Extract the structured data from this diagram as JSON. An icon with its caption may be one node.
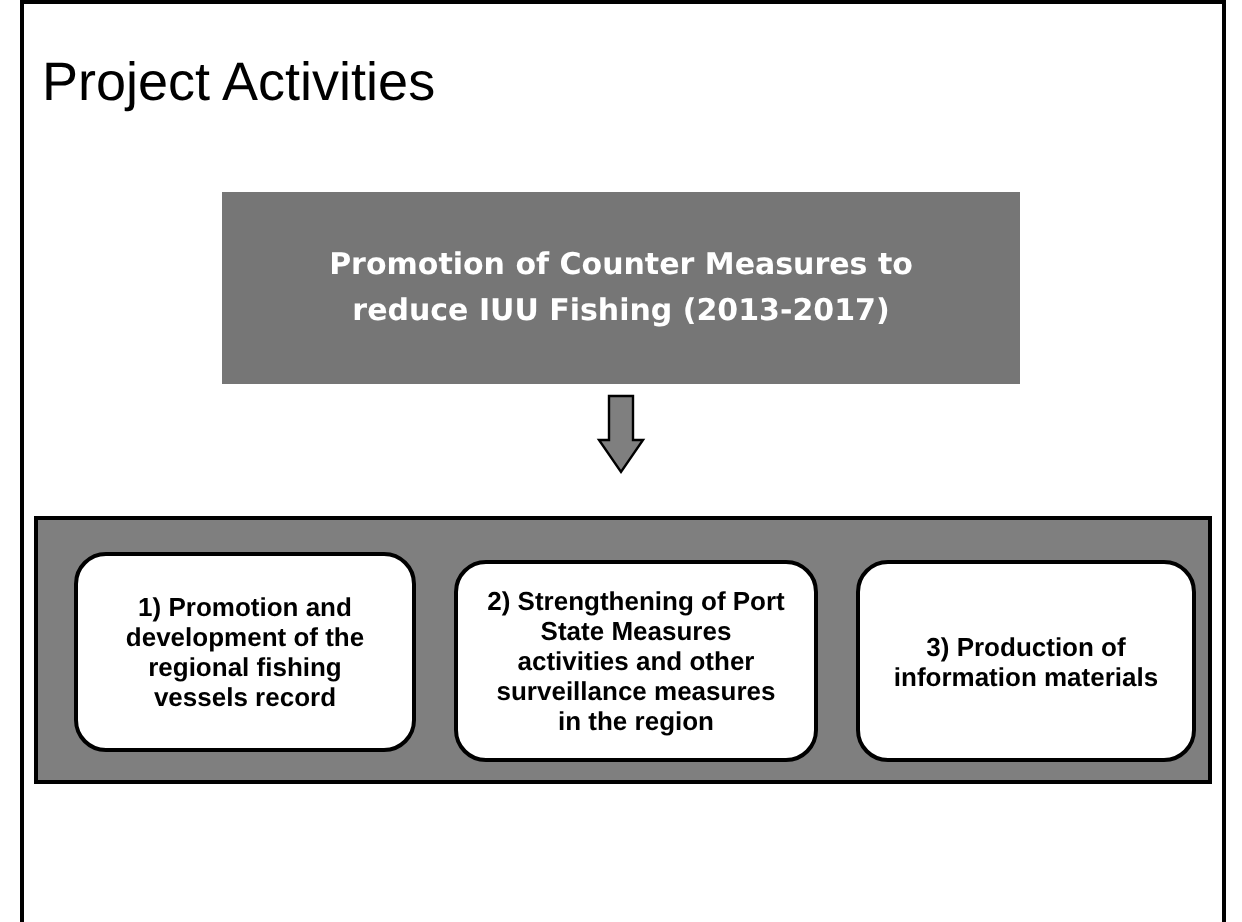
{
  "diagram": {
    "title": "Project Activities",
    "nodes": [
      {
        "text": [
          "Promotion of Counter Measures to reduce IUU Fishing (2013-2017)"
        ]
      },
      {
        "text": [],
        "shape": "box"
      },
      {
        "text": [
          "1) Promotion and development of the regional fishing vessels record"
        ],
        "in": 1
      },
      {
        "text": [
          "2) Strengthening of Port State Measures activities and other surveillance measures in the region"
        ],
        "in": 1
      },
      {
        "text": [
          "3) Production of information materials"
        ],
        "in": 1
      }
    ],
    "edges": [
      {
        "from": 0,
        "to": 1,
        "arrow": "to"
      }
    ]
  }
}
